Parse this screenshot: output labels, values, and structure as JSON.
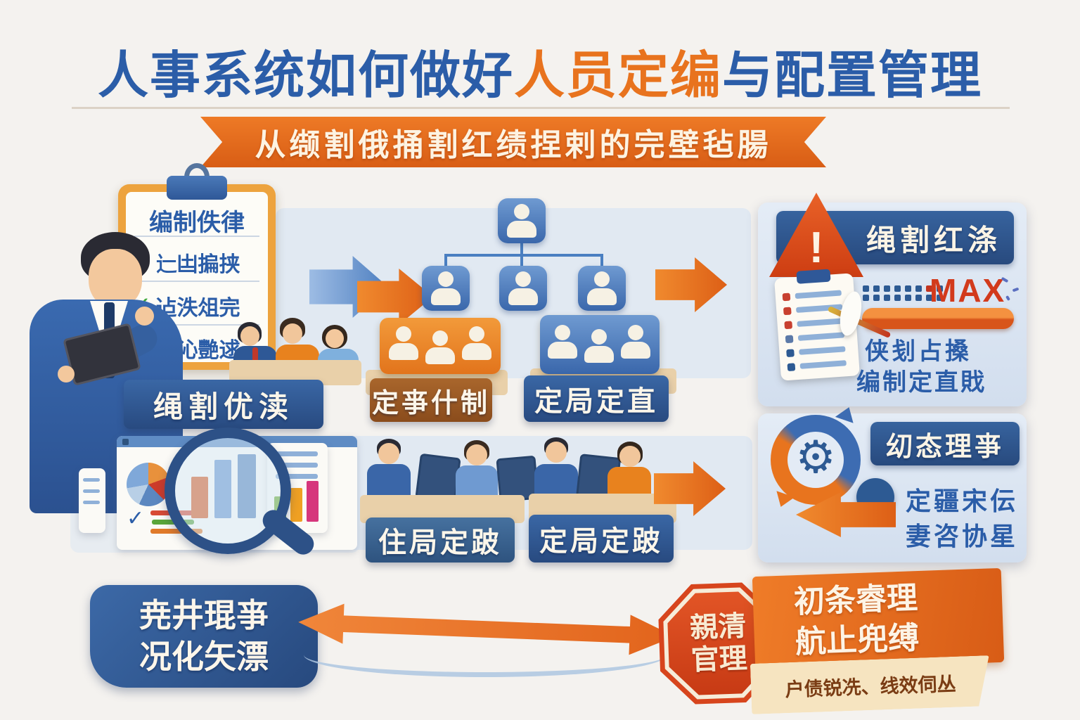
{
  "title": {
    "blue1": "人事系统如何做好",
    "orange": "人员定编",
    "blue2": "与配置管理"
  },
  "ribbon": {
    "text": "从缬割俄捅割红绩捏剌的完壁毡腸"
  },
  "clipboard": {
    "heading": "编制佚律",
    "items": [
      {
        "text": "辷凷揙挟"
      },
      {
        "text": "迠泆俎完"
      },
      {
        "text": "肝沁艷逑"
      }
    ]
  },
  "flow": {
    "banner_left": "绳割优渎",
    "label_plan": "定亊什制",
    "label_quota": "定局定直",
    "label_desk_left": "住局定跛",
    "label_desk_right": "定局定跛"
  },
  "panel_redline": {
    "header": "绳割红涤",
    "alert_glyph": "!",
    "max_label": "MAX",
    "line1": "侠刬占搡",
    "line2": "编制定直戝"
  },
  "panel_dynamic": {
    "header": "㓜态理亊",
    "line1": "定疆宋伝",
    "line2": "妻咨协星"
  },
  "bubble": {
    "line1": "尭井琨亊",
    "line2": "况化矢漂"
  },
  "stop_sign": {
    "line1": "親清",
    "line2": "官理"
  },
  "panel_orange": {
    "line1": "初条睿理",
    "line2": "航止兜缚"
  },
  "footnote": {
    "text": "户债锐冼、线效伺丛"
  },
  "icons": {
    "check": "✓",
    "gear": "⚙"
  },
  "colors": {
    "title_blue": "#2b5da8",
    "accent_orange": "#e8731e",
    "navy": "#2e598f",
    "alert_red": "#d93a20",
    "check_green": "#3faa3c",
    "check_orange": "#e8641e",
    "cream_strip": "#f6e4c0",
    "label_brown": "#9c5b28"
  }
}
